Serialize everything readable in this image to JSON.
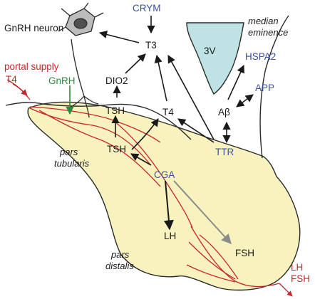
{
  "colors": {
    "tissue_fill": "#f8f2be",
    "ventricle_fill": "#bfe3e5",
    "blue_text": "#3b4ea6",
    "red_vessel": "#c8262b",
    "green_arrow": "#2c8a3c",
    "gray_arrow": "#8c8c8c",
    "neuron_fill": "#bcbcbc"
  },
  "labels": {
    "gnrh_neuron": "GnRH neuron",
    "crym": "CRYM",
    "t3": "T3",
    "third_ventricle": "3V",
    "median_eminence_1": "median",
    "median_eminence_2": "eminence",
    "portal_supply": "portal supply",
    "t4_portal": "T4",
    "gnrh": "GnRH",
    "dio2": "DIO2",
    "hspa2": "HSPA2",
    "app": "APP",
    "abeta": "Aβ",
    "tsh_upper": "TSH",
    "t4": "T4",
    "tsh_lower": "TSH",
    "ttr": "TTR",
    "pars_tubularis_1": "pars",
    "pars_tubularis_2": "tubularis",
    "cga": "CGA",
    "lh": "LH",
    "fsh": "FSH",
    "pars_distalis_1": "pars",
    "pars_distalis_2": "distalis",
    "lh_out": "LH",
    "fsh_out": "FSH"
  },
  "icons": {
    "neuron": "gnrh-neuron-icon"
  }
}
